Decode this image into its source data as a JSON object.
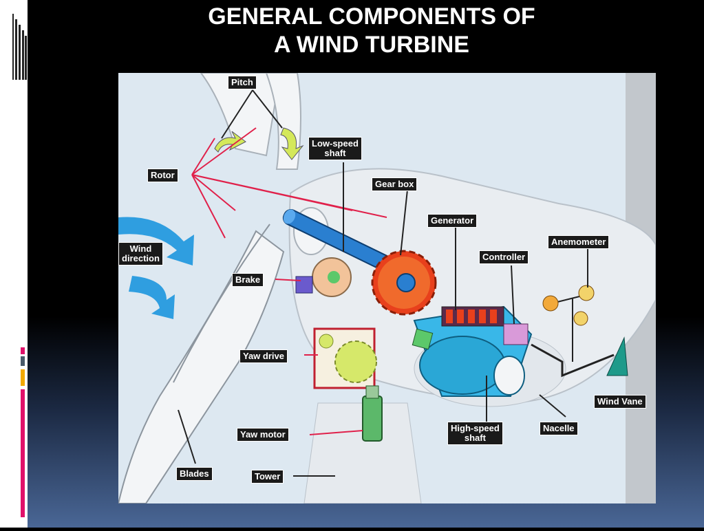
{
  "slide": {
    "title_line1": "GENERAL COMPONENTS OF",
    "title_line2": "A WIND TURBINE"
  },
  "diagram": {
    "labels": {
      "pitch": "Pitch",
      "low_speed_shaft_1": "Low-speed",
      "low_speed_shaft_2": "shaft",
      "rotor": "Rotor",
      "gear_box": "Gear box",
      "generator": "Generator",
      "anemometer": "Anemometer",
      "wind_direction_1": "Wind",
      "wind_direction_2": "direction",
      "controller": "Controller",
      "brake": "Brake",
      "yaw_drive": "Yaw drive",
      "wind_vane": "Wind Vane",
      "high_speed_shaft_1": "High-speed",
      "high_speed_shaft_2": "shaft",
      "nacelle": "Nacelle",
      "yaw_motor": "Yaw motor",
      "blades": "Blades",
      "tower": "Tower"
    }
  },
  "colors": {
    "leader_red": "#e0204a",
    "label_bg": "#1a1a1a",
    "diagram_bg": "#dde8f1",
    "shaft_blue": "#2a7fd0",
    "gear_red": "#e8401c",
    "generator_teal": "#2aa7d6",
    "accent_pink": "#e0106a",
    "accent_orange": "#f2a900",
    "accent_slate": "#4a5a6a"
  }
}
